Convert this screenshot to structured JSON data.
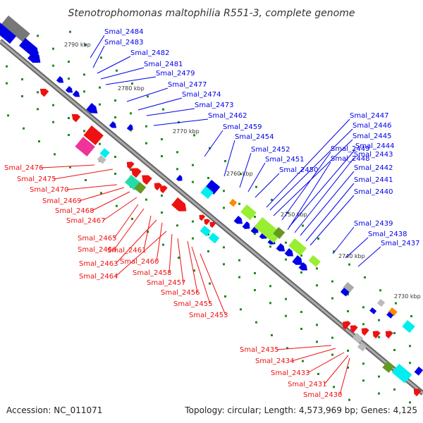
{
  "title": "Stenotrophomonas maltophilia R551-3, complete genome",
  "footer": {
    "accession": "Accession: NC_011071",
    "summary": "Topology: circular; Length: 4,573,969 bp; Genes: 4,125"
  },
  "colors": {
    "forward": "#0000e8",
    "reverse": "#ee1111",
    "backbone": "#777777",
    "ticks": "#228822"
  },
  "ruler": [
    "2790 kbp",
    "2780 kbp",
    "2770 kbp",
    "2760 kbp",
    "2750 kbp",
    "2740 kbp",
    "2730 kbp"
  ],
  "labels": {
    "upper": [
      "Smal_2484",
      "Smal_2483",
      "Smal_2482",
      "Smal_2481",
      "Smal_2479",
      "Smal_2477",
      "Smal_2474",
      "Smal_2473",
      "Smal_2462",
      "Smal_2459",
      "Smal_2454",
      "Smal_2452",
      "Smal_2451",
      "Smal_2450",
      "Smal_2447",
      "Smal_2446",
      "Smal_2445",
      "Smal_2449",
      "Smal_2444",
      "Smal_2448",
      "Smal_2443",
      "Smal_2442",
      "Smal_2441",
      "Smal_2440",
      "Smal_2439",
      "Smal_2438",
      "Smal_2437"
    ],
    "lower": [
      "Smal_2476",
      "Smal_2475",
      "Smal_2470",
      "Smal_2469",
      "Smal_2468",
      "Smal_2467",
      "Smal_2465",
      "Smal_2466",
      "Smal_2461",
      "Smal_2463",
      "Smal_2460",
      "Smal_2464",
      "Smal_2458",
      "Smal_2457",
      "Smal_2456",
      "Smal_2455",
      "Smal_2453",
      "Smal_2435",
      "Smal_2434",
      "Smal_2433",
      "Smal_2431",
      "Smal_2430"
    ]
  }
}
